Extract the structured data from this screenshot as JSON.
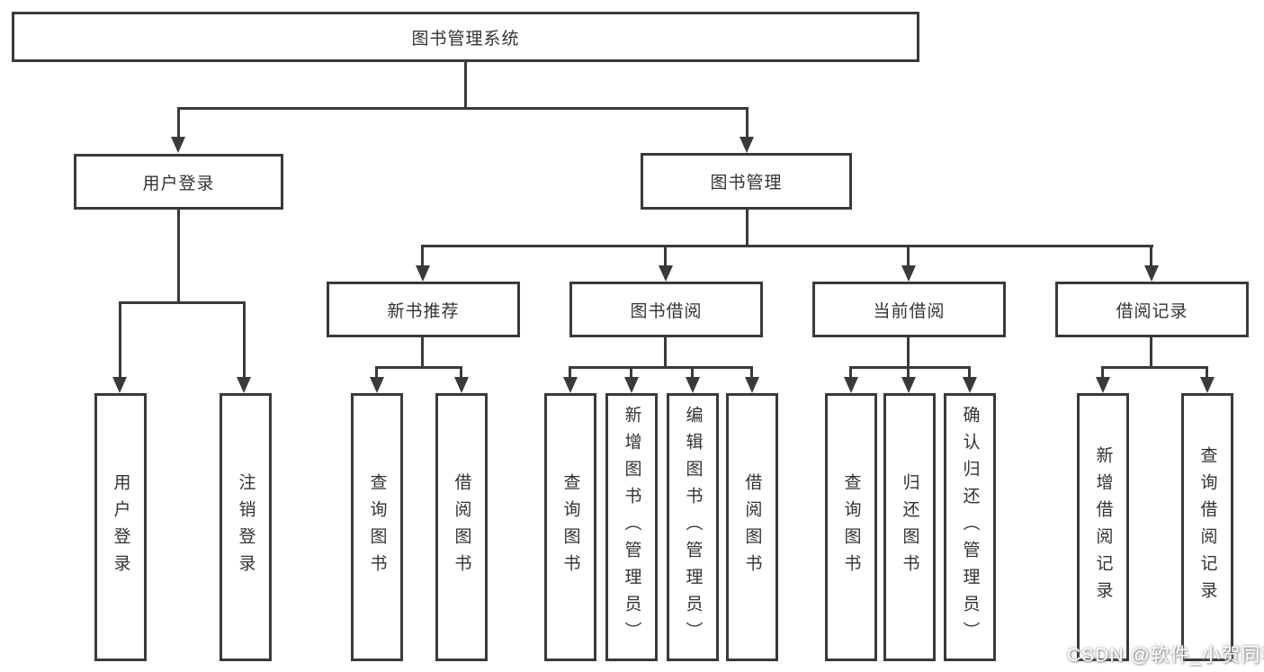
{
  "diagram": {
    "type": "hierarchy-tree",
    "root": {
      "label": "图书管理系统",
      "children": [
        {
          "label": "用户登录",
          "children": [
            {
              "label": "用户登录"
            },
            {
              "label": "注销登录"
            }
          ]
        },
        {
          "label": "图书管理",
          "children": [
            {
              "label": "新书推荐",
              "children": [
                {
                  "label": "查询图书"
                },
                {
                  "label": "借阅图书"
                }
              ]
            },
            {
              "label": "图书借阅",
              "children": [
                {
                  "label": "查询图书"
                },
                {
                  "label": "新增图书（管理员）"
                },
                {
                  "label": "编辑图书（管理员）"
                },
                {
                  "label": "借阅图书"
                }
              ]
            },
            {
              "label": "当前借阅",
              "children": [
                {
                  "label": "查询图书"
                },
                {
                  "label": "归还图书"
                },
                {
                  "label": "确认归还（管理员）"
                }
              ]
            },
            {
              "label": "借阅记录",
              "children": [
                {
                  "label": "新增借阅记录"
                },
                {
                  "label": "查询借阅记录"
                }
              ]
            }
          ]
        }
      ]
    }
  },
  "watermark": {
    "text": "CSDN @软件_小贺同学"
  },
  "colors": {
    "line": "#3a3a3a",
    "text": "#333333",
    "background": "#ffffff",
    "watermark_text": "#ffffff"
  }
}
